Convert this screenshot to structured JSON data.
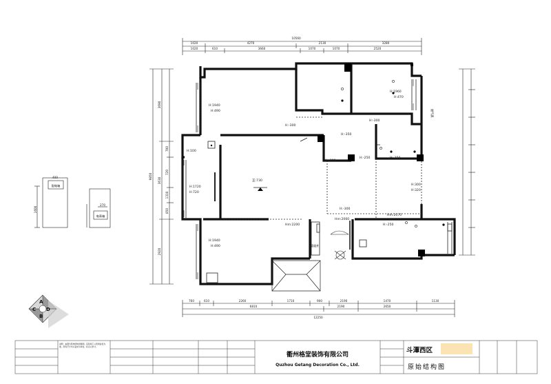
{
  "dims": {
    "top_overall": "10560",
    "top_row1": [
      "1020",
      "4270",
      "2130",
      "3280"
    ],
    "top_row2": [
      "1020",
      "610",
      "3660",
      "1070",
      "1070",
      "2520"
    ],
    "bottom_row1": [
      "760",
      "610",
      "2260",
      "1710",
      "900",
      "2190",
      "1470",
      "1130"
    ],
    "bottom_row2": [
      "6810",
      "2190",
      "2650"
    ],
    "bottom_overall": "12250",
    "left_outer": "9850",
    "left_inner": [
      "3690",
      "3630",
      "2920"
    ],
    "left_sub": [
      "700",
      "720",
      "1310",
      "850"
    ]
  },
  "labels": {
    "room_tl": [
      "H:1940",
      "H:490"
    ],
    "room_tr": [
      "H:1960",
      "H:470"
    ],
    "h300_a": "H:-300",
    "h300_b": "H:-300",
    "h300_c": "H:-300",
    "h300_d": "H:-300",
    "h350": "H:-350",
    "h250_a": "H:-250",
    "h250_b": "H:-250",
    "h250_c": "H:-250",
    "h100": "H:100",
    "room_l": [
      "H:1720",
      "H:720"
    ],
    "room_r": [
      "H:300",
      "H:320"
    ],
    "room_bl": [
      "H:1940",
      "H:490"
    ],
    "elev": "正:730",
    "hm2200": "Hm:2200",
    "hm2060": "Hm:2060",
    "hm2070": "Hm:2070",
    "vent": "管道井",
    "meter": "电表箱",
    "meter2": "燃气表"
  },
  "inset": {
    "box_label": "配电箱",
    "dim_a": "400",
    "dim_b": "270",
    "dim_c": "1600"
  },
  "compass": [
    "A",
    "B",
    "C",
    "D"
  ],
  "title_block": {
    "company_cn": "衢州格堂装饰有限公司",
    "company_en": "Quzhou Getang Decoration Co., Ltd.",
    "project": "斗潭西区",
    "drawing_name": "原始结构图",
    "note": "说明：本图为原始结构测量图，实际施工以现场复核为准。所有尺寸均以毫米为单位，标高以米计。"
  },
  "colors": {
    "line": "#1a1a1a",
    "wall": "#111111",
    "redact": "#fbe3b4"
  }
}
